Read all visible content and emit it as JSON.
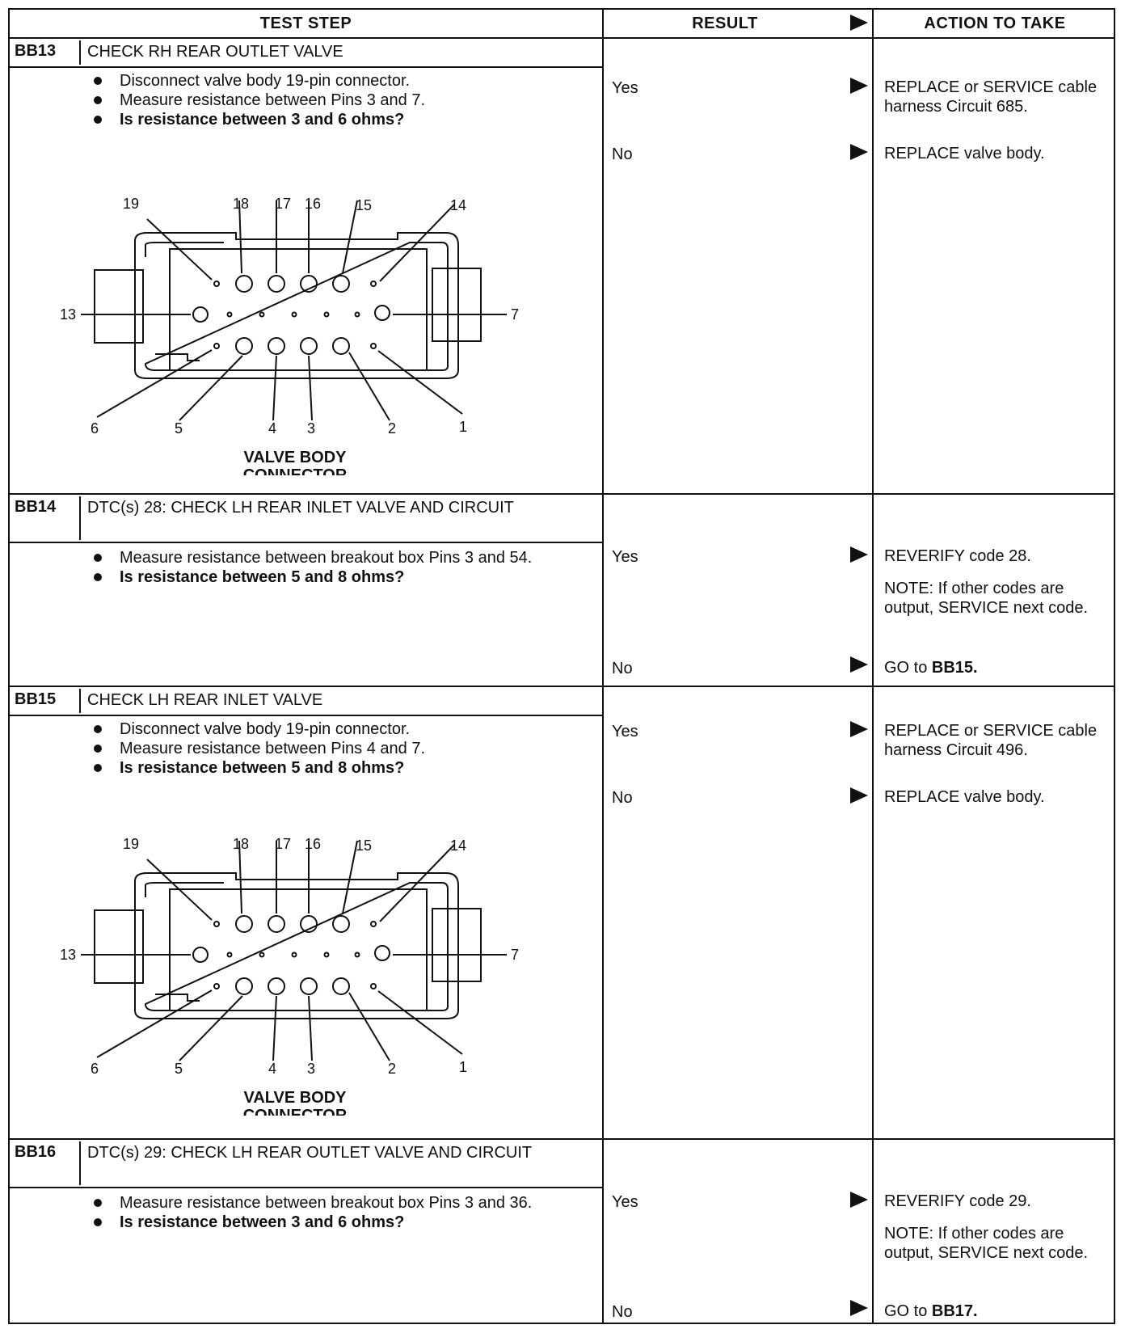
{
  "headers": {
    "test_step": "TEST STEP",
    "result": "RESULT",
    "action": "ACTION TO TAKE"
  },
  "steps": [
    {
      "id": "BB13",
      "title": "CHECK RH REAR OUTLET VALVE",
      "bullets": [
        "Disconnect valve body 19-pin connector.",
        "Measure resistance between Pins 3 and 7.",
        "Is resistance between 3 and 6 ohms?"
      ],
      "results": [
        {
          "result": "Yes",
          "action": "REPLACE or SERVICE cable harness Circuit 685."
        },
        {
          "result": "No",
          "action": "REPLACE valve body."
        }
      ],
      "diagram_caption": [
        "VALVE BODY",
        "CONNECTOR"
      ]
    },
    {
      "id": "BB14",
      "title": "DTC(s) 28: CHECK LH REAR INLET VALVE AND CIRCUIT",
      "bullets": [
        "Measure resistance between breakout box Pins 3 and 54.",
        "Is resistance between 5 and 8 ohms?"
      ],
      "results": [
        {
          "result": "Yes",
          "action": "REVERIFY code 28.",
          "note": "NOTE: If other codes are output, SERVICE next code."
        },
        {
          "result": "No",
          "action_prefix": "GO to ",
          "action_ref": "BB15."
        }
      ]
    },
    {
      "id": "BB15",
      "title": "CHECK LH REAR INLET VALVE",
      "bullets": [
        "Disconnect valve body 19-pin connector.",
        "Measure resistance between Pins 4 and 7.",
        "Is resistance between 5 and 8 ohms?"
      ],
      "results": [
        {
          "result": "Yes",
          "action": "REPLACE or SERVICE cable harness Circuit 496."
        },
        {
          "result": "No",
          "action": "REPLACE valve body."
        }
      ],
      "diagram_caption": [
        "VALVE BODY",
        "CONNECTOR"
      ]
    },
    {
      "id": "BB16",
      "title": "DTC(s) 29: CHECK LH REAR OUTLET VALVE AND CIRCUIT",
      "bullets": [
        "Measure resistance between breakout box Pins 3 and 36.",
        "Is resistance between 3 and 6 ohms?"
      ],
      "results": [
        {
          "result": "Yes",
          "action": "REVERIFY code 29.",
          "note": "NOTE: If other codes are output, SERVICE next code."
        },
        {
          "result": "No",
          "action_prefix": "GO to ",
          "action_ref": "BB17."
        }
      ]
    }
  ],
  "pin_labels": {
    "top": [
      "19",
      "18",
      "17",
      "16",
      "15",
      "14"
    ],
    "left": "13",
    "right": "7",
    "bottom": [
      "6",
      "5",
      "4",
      "3",
      "2",
      "1"
    ]
  }
}
